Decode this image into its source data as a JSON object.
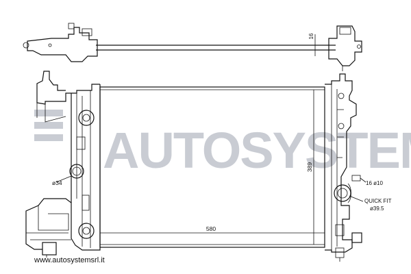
{
  "watermark": {
    "text": "AUTOSYSTEM"
  },
  "footer": {
    "url": "www.autosystemsrl.it"
  },
  "dimensions": {
    "width": "580",
    "height": "389",
    "thickness": "16",
    "inlet": "ø34",
    "fitting_small": "16 ø10",
    "quick_fit": "QUICK FIT",
    "outlet": "ø39.5"
  },
  "colors": {
    "line": "#111111",
    "watermark": "#c9ccd3"
  }
}
